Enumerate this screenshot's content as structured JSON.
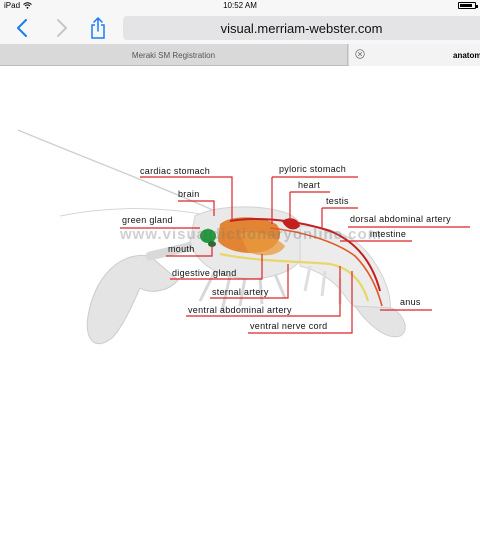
{
  "status_bar": {
    "device": "iPad",
    "time": "10:52 AM",
    "battery_level": 0.85
  },
  "nav": {
    "url": "visual.merriam-webster.com",
    "icons": [
      "back-chevron-icon",
      "forward-chevron-icon",
      "share-icon"
    ]
  },
  "tabs": [
    {
      "label": "Meraki SM Registration",
      "active": false
    },
    {
      "label": "anatom",
      "active": true
    }
  ],
  "diagram": {
    "watermark": "www.visualdictionaryonline.com",
    "labels": {
      "cardiac_stomach": "cardiac stomach",
      "pyloric_stomach": "pyloric stomach",
      "brain": "brain",
      "heart": "heart",
      "testis": "testis",
      "green_gland": "green gland",
      "dorsal_abdominal_artery": "dorsal abdominal artery",
      "intestine": "intestine",
      "mouth": "mouth",
      "digestive_gland": "digestive gland",
      "sternal_artery": "sternal artery",
      "ventral_abdominal_artery": "ventral abdominal artery",
      "ventral_nerve_cord": "ventral nerve cord",
      "anus": "anus"
    },
    "colors": {
      "leader_line": "#d9262a",
      "stomach": "#e07a20",
      "green_gland": "#1f9a3a",
      "nerve_cord": "#e8d66a"
    }
  }
}
